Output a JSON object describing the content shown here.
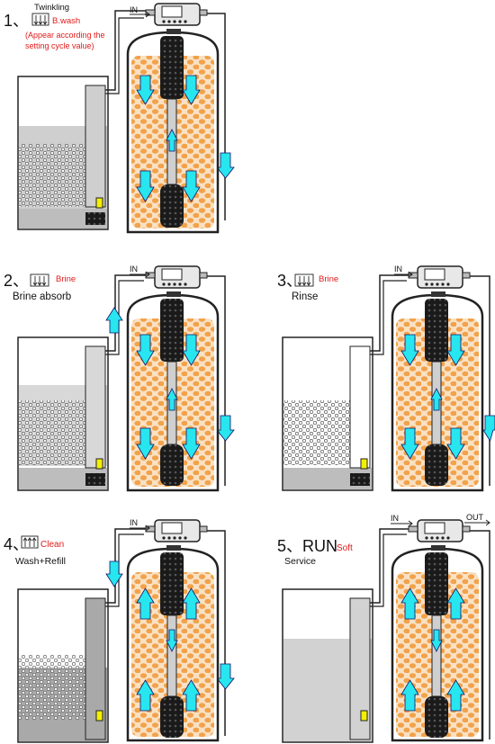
{
  "colors": {
    "resin": "#f2a24b",
    "arrow": "#27e6ef",
    "red_text": "#e01b1b",
    "tank_fill": "#c8c8c8",
    "indicator": "#f4f000"
  },
  "steps": [
    {
      "number": "1、",
      "pre_label": "Twinkling",
      "mode_label": "B.wash",
      "note": "(Appear according the",
      "note2": "setting cycle value)",
      "inlet_label": "IN"
    },
    {
      "number": "2、",
      "mode_label": "Brine",
      "desc": "Brine absorb",
      "inlet_label": "IN"
    },
    {
      "number": "3、",
      "mode_label": "Brine",
      "desc": "Rinse",
      "inlet_label": "IN"
    },
    {
      "number": "4、",
      "mode_label": "Clean",
      "desc": "Wash+Refill",
      "inlet_label": "IN"
    },
    {
      "number": "5、RUN",
      "mode_label": "Soft",
      "desc": "Service",
      "inlet_label": "IN",
      "outlet_label": "OUT"
    }
  ]
}
